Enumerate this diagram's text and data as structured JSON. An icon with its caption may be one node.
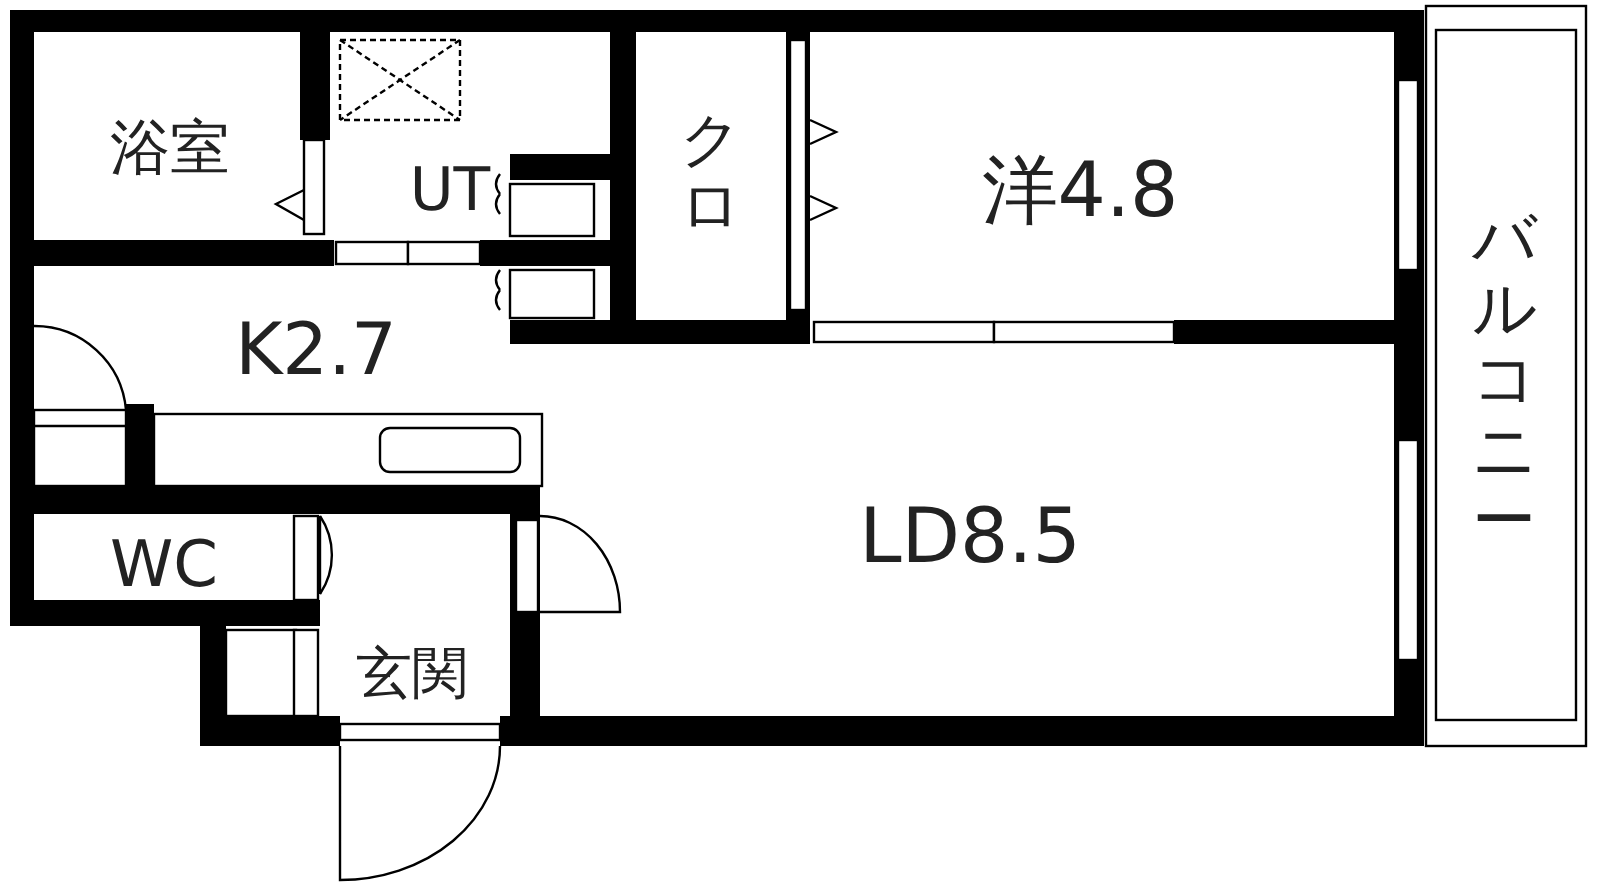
{
  "diagram": {
    "labels": [
      "浴室",
      "UT",
      "クロ",
      "洋4.8",
      "バルコニー",
      "K2.7",
      "LD8.5",
      "WC",
      "玄関"
    ]
  }
}
